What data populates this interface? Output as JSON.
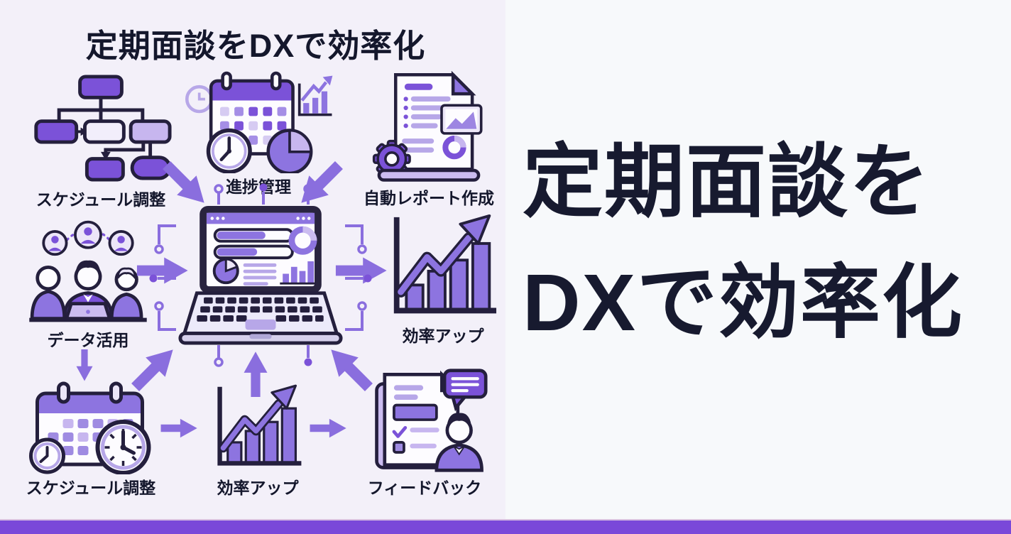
{
  "diagram": {
    "title": "定期面談をDXで効率化",
    "nodes": {
      "schedule_top": {
        "label": "スケジュール調整",
        "icon": "flowchart-icon"
      },
      "progress": {
        "label": "進捗管理",
        "icon": "calendar-clock-pie-icon"
      },
      "report": {
        "label": "自動レポート作成",
        "icon": "gear-report-laptop-icon"
      },
      "data_use": {
        "label": "データ活用",
        "icon": "team-network-icon"
      },
      "center": {
        "label": "",
        "icon": "dashboard-laptop-icon"
      },
      "efficiency_right": {
        "label": "効率アップ",
        "icon": "bar-chart-rising-arrow-icon"
      },
      "schedule_bottom": {
        "label": "スケジュール調整",
        "icon": "calendar-clocks-icon"
      },
      "efficiency_bottom": {
        "label": "効率アップ",
        "icon": "bar-chart-rising-arrow-icon"
      },
      "feedback": {
        "label": "フィードバック",
        "icon": "checklist-person-speech-icon"
      }
    }
  },
  "headline": {
    "line1": "定期面談を",
    "line2": "DXで効率化"
  },
  "palette": {
    "left_bg": "#f3f0f9",
    "right_bg": "#f7f9fb",
    "bottom_bar": "#7a48d9",
    "ink": "#14172c",
    "outline": "#241f3d",
    "purple": "#7b52d8",
    "purple_mid": "#8d74e0",
    "purple_arrow": "#8a6ede",
    "purple_light": "#b7a7e8",
    "purple_pale": "#cbbcf0",
    "purple_faint": "#ece6f8"
  }
}
